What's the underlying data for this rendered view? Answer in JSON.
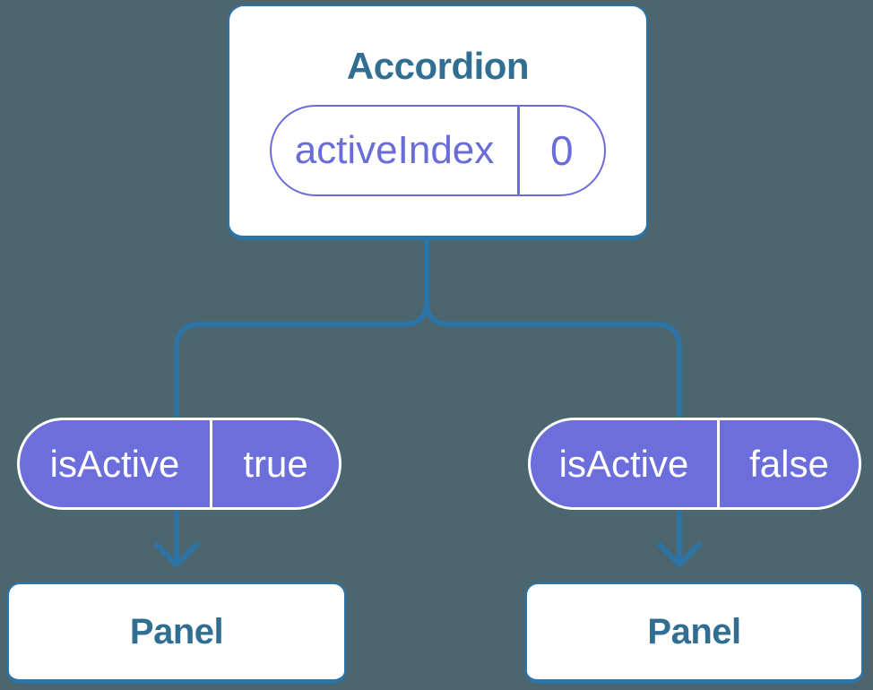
{
  "diagram": {
    "root": {
      "label": "Accordion",
      "state_pill": {
        "name": "activeIndex",
        "value": "0"
      }
    },
    "branches": [
      {
        "prop_pill": {
          "name": "isActive",
          "value": "true"
        },
        "child": {
          "label": "Panel"
        }
      },
      {
        "prop_pill": {
          "name": "isActive",
          "value": "false"
        },
        "child": {
          "label": "Panel"
        }
      }
    ],
    "colors": {
      "background": "#4C6670",
      "connector_blue": "#2B74A8",
      "node_text_blue": "#316F92",
      "pill_purple": "#6B6EDB",
      "pill_outline_purple": "#6A6DD8",
      "node_fill": "#FFFFFF"
    }
  }
}
